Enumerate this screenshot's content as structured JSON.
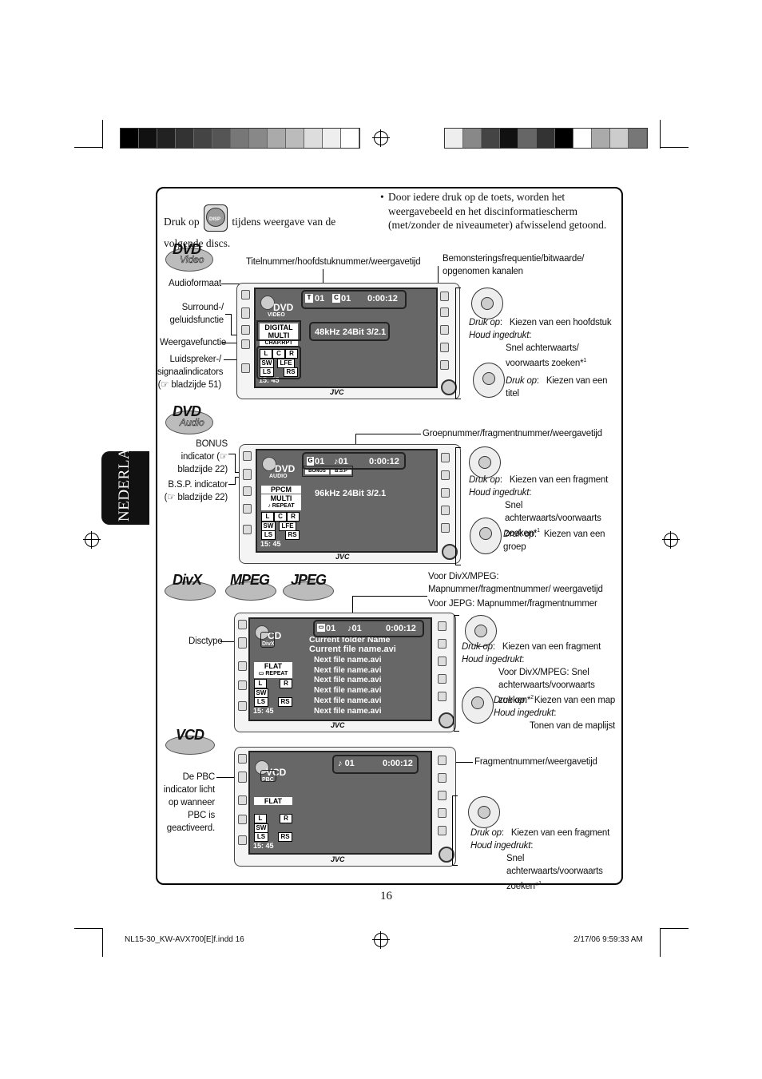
{
  "page": {
    "instruction_pre": "Druk op",
    "instruction_post": "tijdens weergave van de volgende discs.",
    "disp_button_label": "DISP",
    "bullet": "Door iedere druk op de toets, worden het weergavebeeld en het discinformatiescherm (met/zonder de niveaumeter) afwisselend getoond.",
    "side_tab": "NEDERLANDS",
    "page_number": "16",
    "footer_left": "NL15-30_KW-AVX700[E]f.indd   16",
    "footer_right": "2/17/06   9:59:33 AM"
  },
  "discs": {
    "dvd_video": {
      "logo": "DVD",
      "sub": "Video"
    },
    "dvd_audio": {
      "logo": "DVD",
      "sub": "Audio"
    },
    "divx": "DivX",
    "mpeg": "MPEG",
    "jpeg": "JPEG",
    "vcd": "VCD"
  },
  "unit_brand": "JVC",
  "section1": {
    "label_title": "Titelnummer/hoofdstuknummer/weergavetijd",
    "label_sampling": "Bemonsteringsfrequentie/bitwaarde/ opgenomen kanalen",
    "label_audio": "Audioformaat",
    "label_surround": "Surround-/ geluidsfunctie",
    "label_playback": "Weergavefunctie",
    "label_speaker": "Luidspreker-/ signaalindicators (☞ bladzijde 51)",
    "screen": {
      "disc": "DVD",
      "sub": "VIDEO",
      "title_icon": "T",
      "title_num": "01",
      "chap_icon": "C",
      "chap_num": "01",
      "time": "0:00:12",
      "fmt": "DIGITAL",
      "surround": "MULTI",
      "mode": "CHAP.RPT",
      "sampling": "48kHz  24Bit   3/2.1",
      "spk": [
        "L",
        "C",
        "R",
        "SW",
        "LFE",
        "LS",
        "RS"
      ],
      "clock": "15: 45"
    },
    "ctrl1_press": "Druk op",
    "ctrl1_press_text": "Kiezen van een hoofdstuk",
    "ctrl1_hold": "Houd ingedrukt",
    "ctrl1_hold_text": "Snel achterwaarts/ voorwaarts zoeken*",
    "ctrl1_sup": "1",
    "ctrl2_press": "Druk op",
    "ctrl2_press_text": "Kiezen van een titel"
  },
  "section2": {
    "label_group": "Groepnummer/fragmentnummer/weergavetijd",
    "label_bonus": "BONUS indicator (☞ bladzijde 22)",
    "label_bsp": "B.S.P. indicator (☞ bladzijde 22)",
    "screen": {
      "disc": "DVD",
      "sub": "AUDIO",
      "group_icon": "G",
      "group_num": "01",
      "track_num": "01",
      "time": "0:00:12",
      "bonus": "BONUS",
      "bsp": "B.S.P",
      "fmt": "PPCM",
      "surround": "MULTI",
      "mode": "REPEAT",
      "sampling": "96kHz  24Bit   3/2.1",
      "spk": [
        "L",
        "C",
        "R",
        "SW",
        "LFE",
        "LS",
        "RS"
      ],
      "clock": "15: 45"
    },
    "ctrl1_press": "Druk op",
    "ctrl1_press_text": "Kiezen van een fragment",
    "ctrl1_hold": "Houd ingedrukt",
    "ctrl1_hold_text": "Snel achterwaarts/voorwaarts zoeken*",
    "ctrl1_sup": "1",
    "ctrl2_press": "Druk op",
    "ctrl2_press_text": "Kiezen van een groep"
  },
  "section3": {
    "label_divx": "Voor DivX/MPEG: Mapnummer/fragmentnummer/ weergavetijd",
    "label_jpeg": "Voor JEPG: Mapnummer/fragmentnummer",
    "label_disctype": "Disctype",
    "screen": {
      "disc": "CD",
      "sub": "DivX",
      "folder_num": "01",
      "track_num": "01",
      "time": "0:00:12",
      "folder_name": "Current folder Name",
      "file_name": "Current file name.avi",
      "next_files": [
        "Next file name.avi",
        "Next file name.avi",
        "Next file name.avi",
        "Next file name.avi",
        "Next file name.avi",
        "Next file name.avi"
      ],
      "sound": "FLAT",
      "mode": "REPEAT",
      "spk": [
        "L",
        "R",
        "SW",
        "LS",
        "RS"
      ],
      "clock": "15: 45"
    },
    "ctrl1_press": "Druk op",
    "ctrl1_press_text": "Kiezen van een fragment",
    "ctrl1_hold": "Houd ingedrukt",
    "ctrl1_hold_text": "Voor DivX/MPEG: Snel achterwaarts/voorwaarts zoeken*",
    "ctrl1_sup": "2",
    "ctrl2_press": "Druk op",
    "ctrl2_press_text": "Kiezen van een map",
    "ctrl2_hold": "Houd ingedrukt",
    "ctrl2_hold_text": "Tonen van de maplijst"
  },
  "section4": {
    "label_track": "Fragmentnummer/weergavetijd",
    "label_pbc": "De PBC indicator licht op wanneer PBC is geactiveerd.",
    "screen": {
      "disc": "VCD",
      "sub": "PBC",
      "track_num": "01",
      "time": "0:00:12",
      "sound": "FLAT",
      "spk": [
        "L",
        "R",
        "SW",
        "LS",
        "RS"
      ],
      "clock": "15: 45"
    },
    "ctrl1_press": "Druk op",
    "ctrl1_press_text": "Kiezen van een fragment",
    "ctrl1_hold": "Houd ingedrukt",
    "ctrl1_hold_text": "Snel achterwaarts/voorwaarts zoeken*",
    "ctrl1_sup": "1"
  }
}
